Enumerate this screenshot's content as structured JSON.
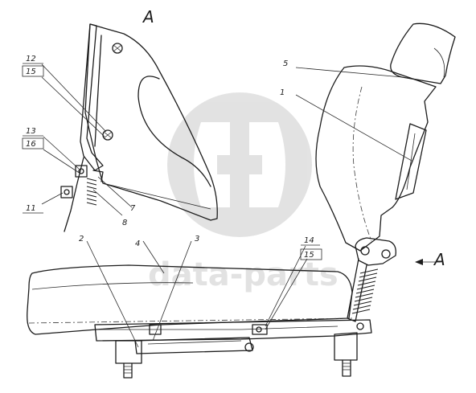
{
  "view_label": "A",
  "direction_label": "A",
  "watermark": {
    "text": "data-parts"
  },
  "callouts": {
    "c1": "1",
    "c2": "2",
    "c3": "3",
    "c4": "4",
    "c5": "5",
    "c7": "7",
    "c8": "8",
    "c11": "11",
    "c12": "12",
    "c13": "13",
    "c14": "14",
    "c15a": "15",
    "c15b": "15",
    "c16": "16"
  }
}
